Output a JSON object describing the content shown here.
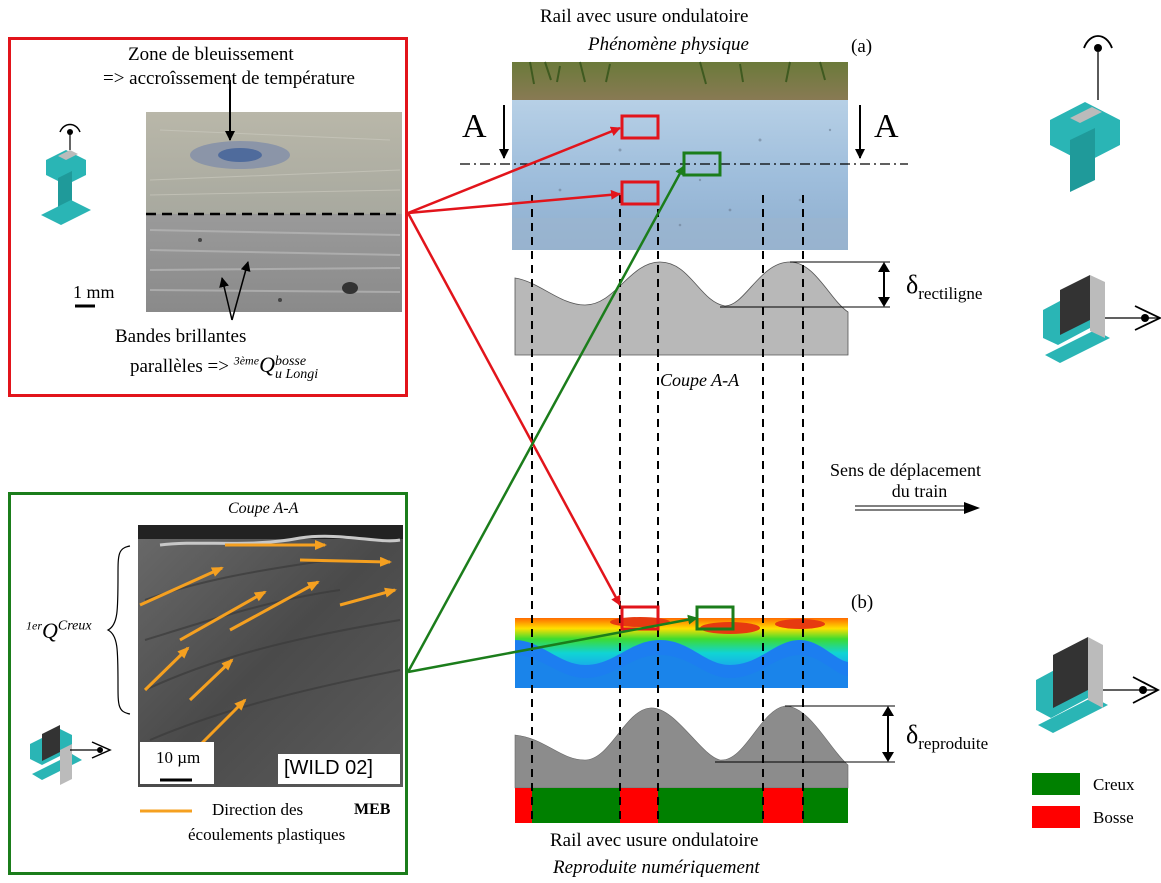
{
  "top_title": "Rail avec usure ondulatoire",
  "top_subtitle": "Phénomène physique",
  "label_a": "(a)",
  "label_b": "(b)",
  "section_left": "A",
  "section_right": "A",
  "bottom_title": "Rail avec usure ondulatoire",
  "bottom_subtitle": "Reproduite numériquement",
  "coupe_label": "Coupe A-A",
  "delta_top": {
    "symbol": "δ",
    "sub": "rectiligne"
  },
  "delta_bottom": {
    "symbol": "δ",
    "sub": "reproduite"
  },
  "direction": {
    "line1": "Sens de déplacement",
    "line2": "du train"
  },
  "red_panel": {
    "zone_line1": "Zone de bleuissement",
    "zone_line2": "=> accroîssement de température",
    "scale": "1 mm",
    "bandes_line1": "Bandes brillantes",
    "bandes_line2_prefix": "parallèles =>",
    "q_sup_left": "3ème",
    "q_main": "Q",
    "q_sup": "bosse",
    "q_sub": "u Longi"
  },
  "green_panel": {
    "coupe": "Coupe A-A",
    "q_sup_left": "1er",
    "q_main": "Q",
    "q_sup": "Creux",
    "scale": "10 µm",
    "ref": "[WILD 02]",
    "meb": "MEB",
    "legend_line1": "Direction des",
    "legend_line2": "écoulements plastiques"
  },
  "legend": [
    {
      "label": "Creux",
      "color": "#008000"
    },
    {
      "label": "Bosse",
      "color": "#ff0000"
    }
  ],
  "colors": {
    "red": "#e2141b",
    "green": "#1b7d1b",
    "orange": "#f5a020",
    "rail": "#2ab5b5"
  }
}
